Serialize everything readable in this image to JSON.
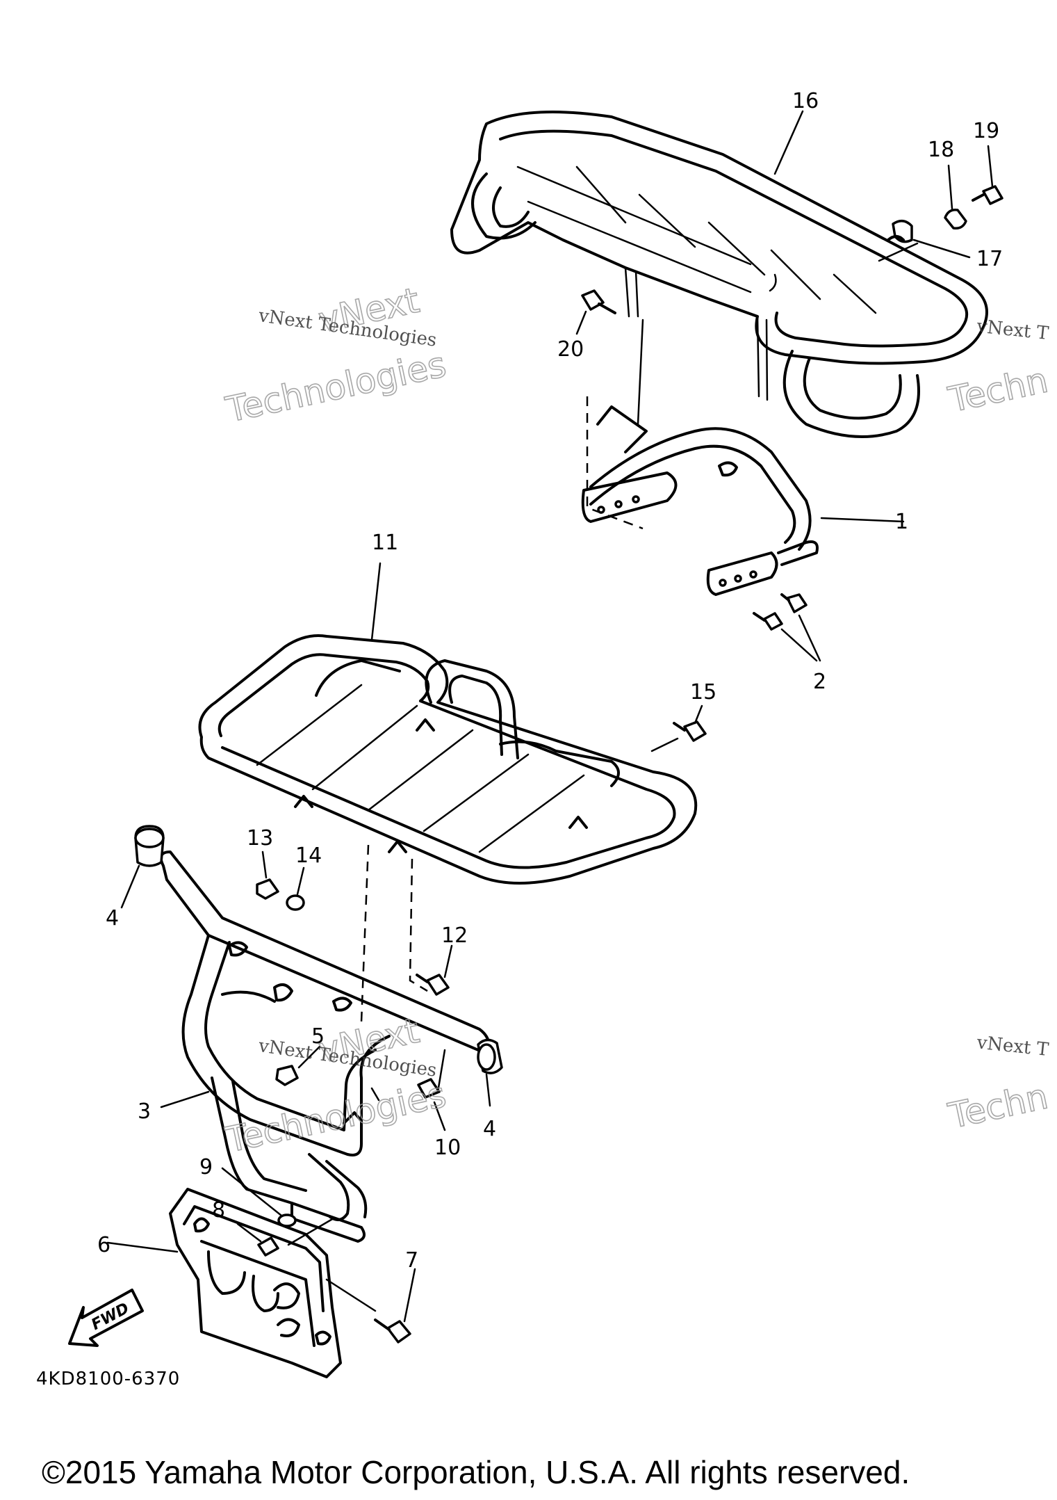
{
  "callouts": [
    "1",
    "2",
    "3",
    "4",
    "4",
    "5",
    "6",
    "7",
    "8",
    "9",
    "10",
    "11",
    "12",
    "13",
    "14",
    "15",
    "16",
    "17",
    "18",
    "19",
    "20"
  ],
  "watermark": {
    "line1": "vNext",
    "line2": "Technologies",
    "full": "vNext Technologies",
    "partial": "vNext T",
    "partial2": "Techn"
  },
  "fwd_label": "FWD",
  "diagram_code": "4KD8100-6370",
  "copyright": "©2015 Yamaha Motor Corporation, U.S.A. All rights reserved."
}
